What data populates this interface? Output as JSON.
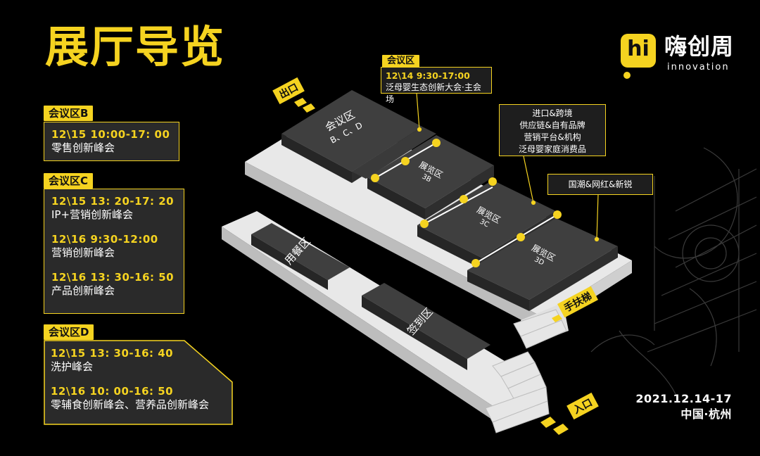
{
  "title": "展厅导览",
  "brand": {
    "mark": "hi",
    "name": "嗨创周",
    "tagline": "innovation"
  },
  "schedule": {
    "b": {
      "tag": "会议区B",
      "entries": [
        {
          "time": "12\\15   10:00-17: 00",
          "title": "零售创新峰会"
        }
      ]
    },
    "c": {
      "tag": "会议区C",
      "entries": [
        {
          "time": "12\\15   13: 20-17: 20",
          "title": "IP+营销创新峰会"
        },
        {
          "time": "12\\16   9:30-12:00",
          "title": "营销创新峰会"
        },
        {
          "time": "12\\16   13: 30-16: 50",
          "title": "产品创新峰会"
        }
      ]
    },
    "d": {
      "tag": "会议区D",
      "entries": [
        {
          "time": "12\\15   13: 30-16: 40",
          "title": "洗护峰会"
        },
        {
          "time": "12\\16   10: 00-16: 50",
          "title": "零辅食创新峰会、营养品创新峰会"
        }
      ]
    }
  },
  "map": {
    "conference_callout": {
      "tag": "会议区",
      "time": "12\\14   9:30-17:00",
      "title": "泛母婴生态创新大会·主会场"
    },
    "categories_callout": {
      "lines": [
        "进口&跨境",
        "供应链&自有品牌",
        "营销平台&机构",
        "泛母婴家庭消费品"
      ]
    },
    "trend_callout": {
      "text": "国潮&网红&新锐"
    },
    "zones": {
      "conference": {
        "name": "会议区",
        "sub": "B、C、D"
      },
      "hall_3b": {
        "name": "展览区",
        "code": "3B"
      },
      "hall_3c": {
        "name": "展览区",
        "code": "3C"
      },
      "hall_3d": {
        "name": "展览区",
        "code": "3D"
      },
      "dining": "用餐区",
      "checkin": "签到区"
    },
    "signs": {
      "exit": "出口",
      "escalator": "手扶梯",
      "entrance": "入口"
    }
  },
  "event": {
    "date": "2021.12.14-17",
    "location": "中国·杭州"
  },
  "colors": {
    "accent": "#f5d320",
    "background": "#000000",
    "panel": "#2a2a2a",
    "block": "#3a3a3a",
    "floor": "#e6e6e6"
  }
}
